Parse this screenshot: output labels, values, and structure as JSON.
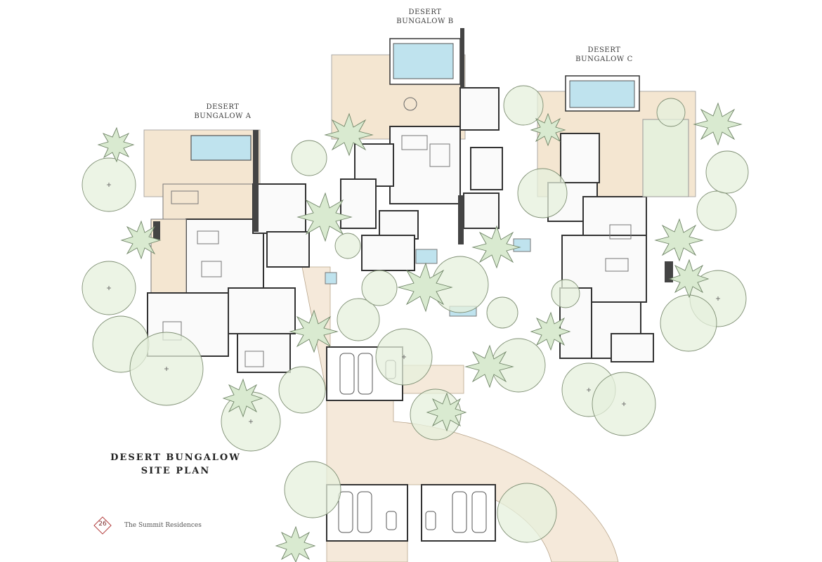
{
  "labels": {
    "bungalow_a": [
      "DESERT",
      "BUNGALOW A"
    ],
    "bungalow_b": [
      "DESERT",
      "BUNGALOW B"
    ],
    "bungalow_c": [
      "DESERT",
      "BUNGALOW C"
    ]
  },
  "title": [
    "DESERT BUNGALOW",
    "SITE PLAN"
  ],
  "footer": {
    "page_number": "26",
    "text": "The Summit Residences"
  },
  "colors": {
    "tree_fill": "#e6f0dc",
    "tree_stroke": "#7f8f74",
    "pool": "#bfe3ee",
    "patio": "#f4e6d1",
    "drive": "#f5e9da",
    "wall": "#444444",
    "accent": "#b23a3a"
  }
}
